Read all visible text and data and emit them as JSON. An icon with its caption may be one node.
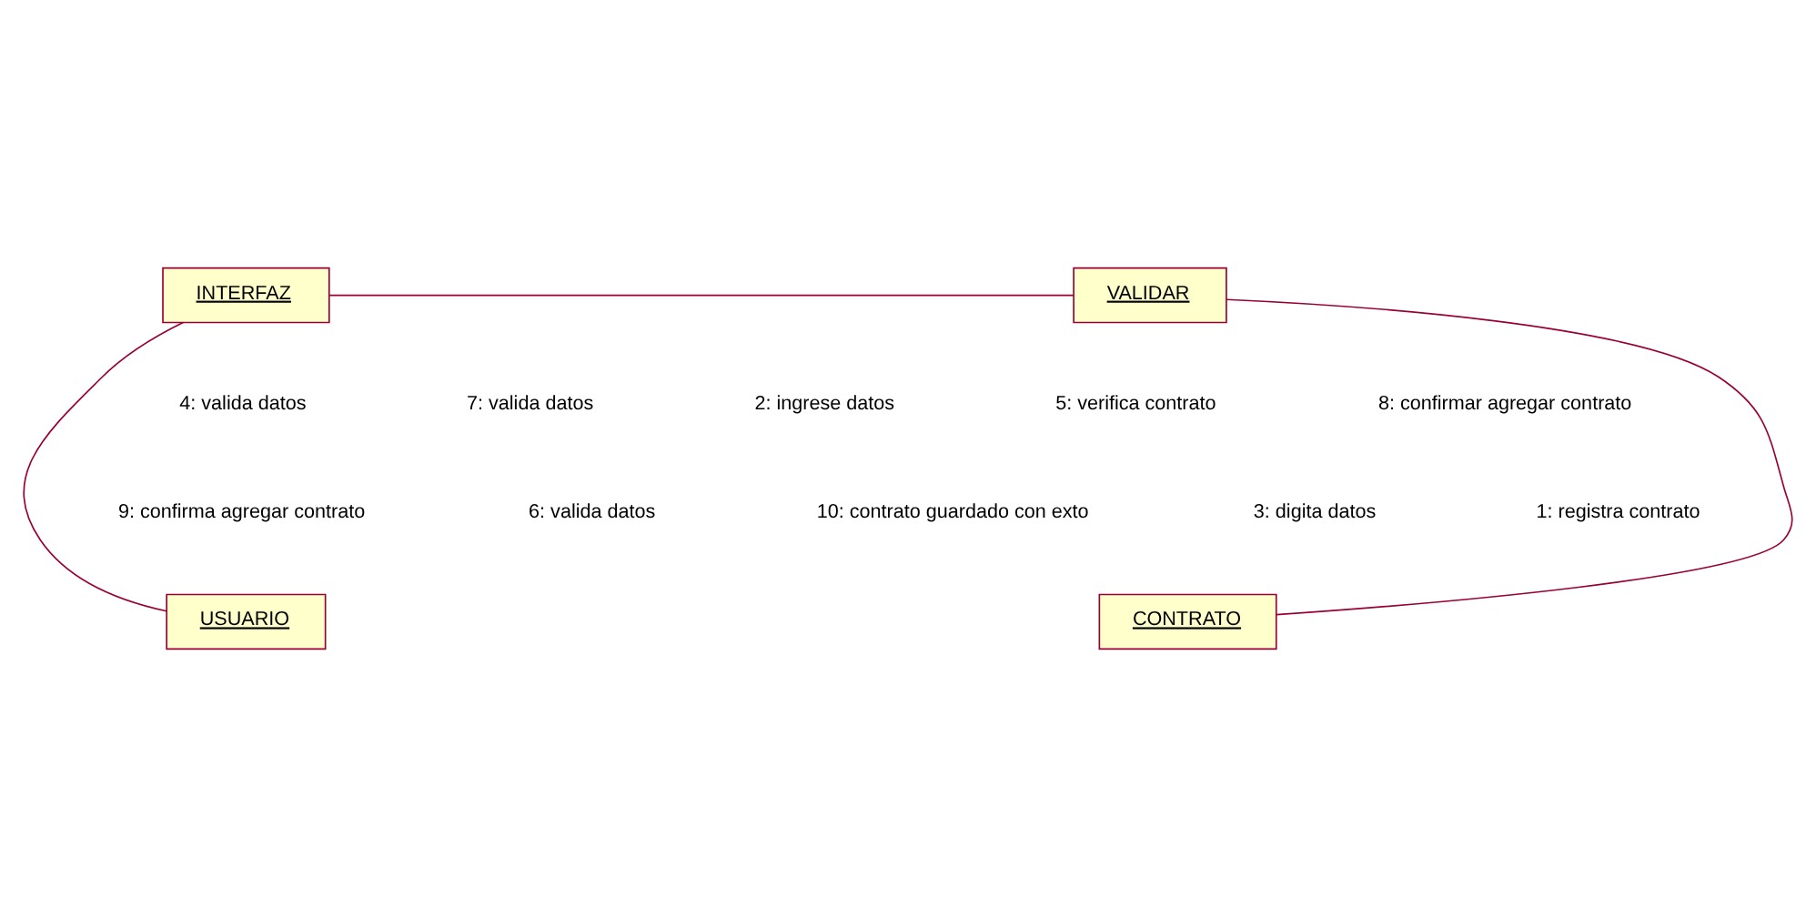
{
  "diagram": {
    "nodes": [
      {
        "text": [
          "INTERFAZ"
        ]
      },
      {
        "text": [
          "VALIDAR"
        ]
      },
      {
        "text": [
          "USUARIO"
        ]
      },
      {
        "text": [
          "CONTRATO"
        ]
      }
    ],
    "edges": [
      {
        "from": 0,
        "to": 1,
        "arrow": "none"
      },
      {
        "from": 0,
        "to": 2,
        "arrow": "none"
      },
      {
        "from": 1,
        "to": 3,
        "arrow": "none"
      }
    ],
    "labels": [
      "4: valida datos",
      "7: valida datos",
      "2: ingrese datos",
      "5: verifica contrato",
      "8: confirmar agregar contrato",
      "9: confirma agregar contrato",
      "6: valida datos",
      "10: contrato guardado con exto",
      "3: digita datos",
      "1: registra contrato"
    ]
  }
}
